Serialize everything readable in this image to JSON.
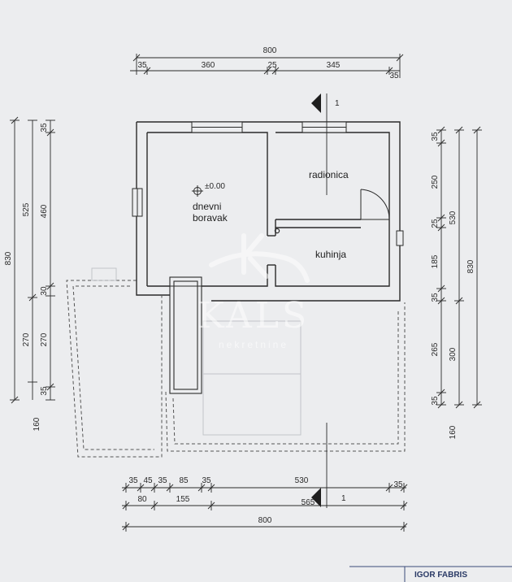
{
  "rooms": {
    "living_line1": "dnevni",
    "living_line2": "boravak",
    "workshop": "radionica",
    "kitchen": "kuhinja",
    "level": "±0.00"
  },
  "dims_top": {
    "total": "800",
    "a": "35",
    "b": "360",
    "c": "25",
    "d": "345",
    "e": "35"
  },
  "dims_bottom": {
    "r1_a": "35",
    "r1_b": "45",
    "r1_c": "35",
    "r1_d": "85",
    "r1_e": "35",
    "r1_f": "530",
    "r1_g": "35",
    "r2_a": "80",
    "r2_b": "155",
    "r2_c": "565",
    "total": "800"
  },
  "dims_left": {
    "total": "830",
    "d525": "525",
    "d460": "460",
    "d35_top": "35",
    "d30": "30",
    "d270a": "270",
    "d270b": "270",
    "d35_bot": "35",
    "d160": "160"
  },
  "dims_right": {
    "d35_top": "35",
    "d250": "250",
    "d25": "25",
    "d185": "185",
    "d35_mid": "35",
    "d265": "265",
    "d35_bot": "35",
    "d530": "530",
    "d300": "300",
    "d830": "830",
    "d160": "160"
  },
  "section_marks": {
    "top": "1",
    "bottom": "1"
  },
  "watermark": {
    "brand": "KALS",
    "tagline": "nekretnine"
  },
  "stamp": {
    "text": "IGOR FABRIS"
  },
  "colors": {
    "paper": "#ecedef",
    "ink": "#2a2a2a",
    "watermark": "#ffffff"
  }
}
